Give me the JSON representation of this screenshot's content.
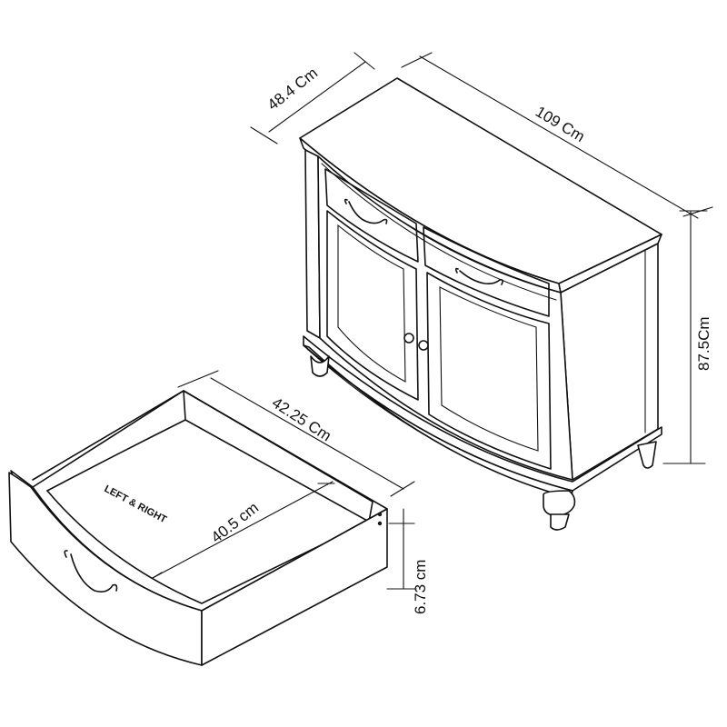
{
  "sideboard": {
    "depth_label": "48.4 Cm",
    "width_label": "109 Cm",
    "height_label": "87.5Cm"
  },
  "drawer": {
    "length_label": "42.25  Cm",
    "inner_label": "40.5 cm",
    "height_label": "6.73 cm",
    "note_label": "LEFT & RIGHT"
  }
}
